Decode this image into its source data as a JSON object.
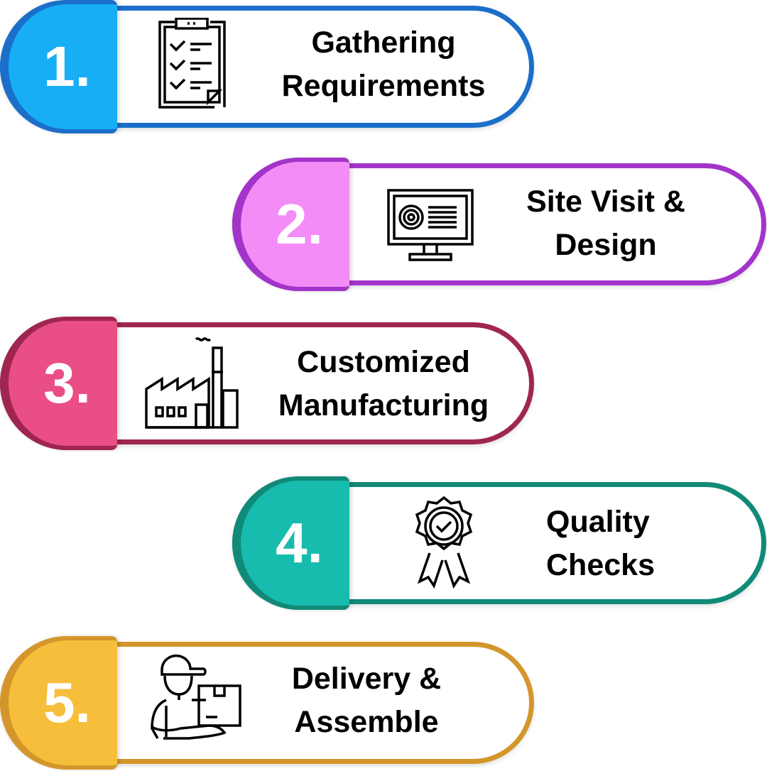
{
  "steps": [
    {
      "number": "1.",
      "line1": "Gathering",
      "line2": "Requirements",
      "icon": "clipboard-checklist-icon",
      "dark": "#1b6fc9",
      "light": "#18aef5"
    },
    {
      "number": "2.",
      "line1": "Site Visit &",
      "line2": "Design",
      "icon": "monitor-fingerprint-icon",
      "dark": "#a234c9",
      "light": "#f48cf7"
    },
    {
      "number": "3.",
      "line1": "Customized",
      "line2": "Manufacturing",
      "icon": "factory-icon",
      "dark": "#9f2650",
      "light": "#e94e86"
    },
    {
      "number": "4.",
      "line1": "Quality",
      "line2": "Checks",
      "icon": "award-badge-icon",
      "dark": "#108a78",
      "light": "#18bcae"
    },
    {
      "number": "5.",
      "line1": "Delivery &",
      "line2": "Assemble",
      "icon": "delivery-person-icon",
      "dark": "#d4962b",
      "light": "#f7be3b"
    }
  ]
}
